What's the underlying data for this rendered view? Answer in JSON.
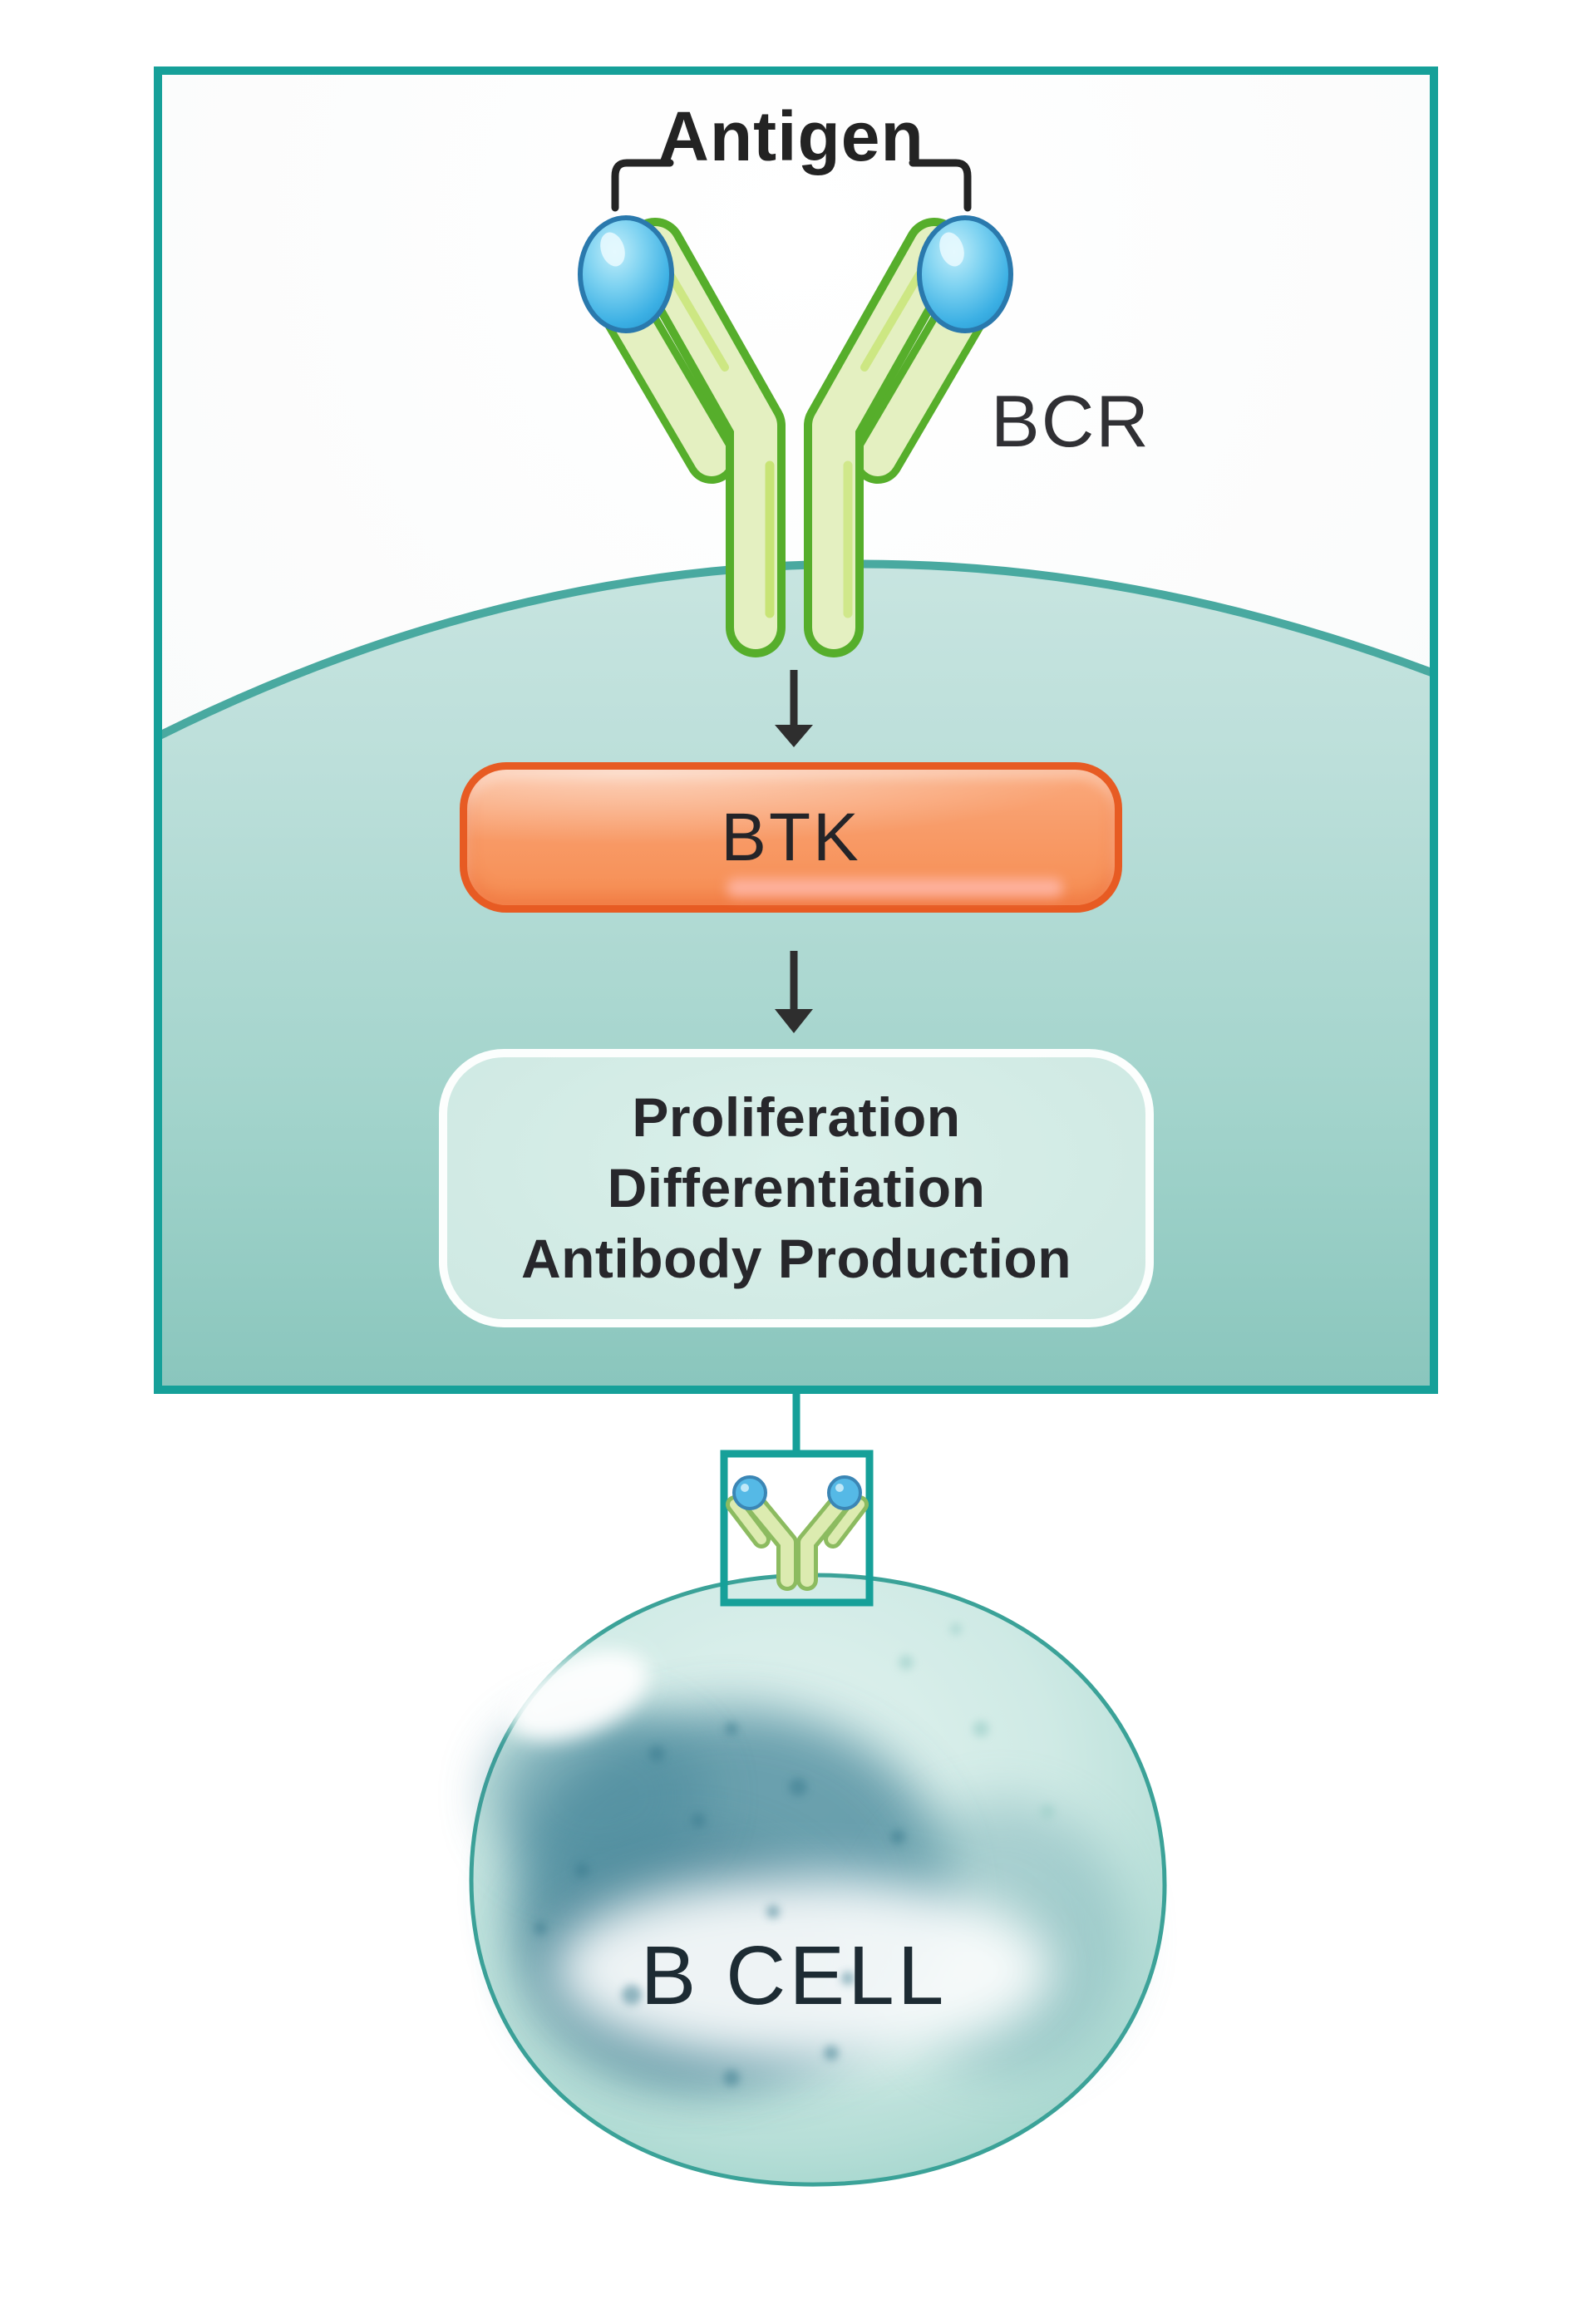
{
  "diagram": {
    "antigen_label": "Antigen",
    "bcr_label": "BCR",
    "btk_label": "BTK",
    "outcome_box": {
      "lines": [
        "Proliferation",
        "Differentiation",
        "Antibody Production"
      ]
    },
    "b_cell_label": "B CELL",
    "icons": {
      "antibody": "bcr-antibody-icon",
      "antigen_ball": "antigen-ball-icon",
      "antigen_bracket": "antigen-bracket",
      "arrow_down": "arrow-down-icon",
      "membrane": "cell-membrane",
      "b_cell": "b-cell-graphic",
      "zoom_frame": "zoom-callout-frame",
      "connector": "callout-connector-line"
    },
    "colors": {
      "frame_teal": "#16a099",
      "membrane_edge": "#49a9a0",
      "membrane_fill_top": "#cfe8e4",
      "membrane_fill_bottom": "#8ac6bd",
      "btk_border_orange": "#e75b23",
      "btk_fill_orange": "#f89b68",
      "outcome_fill": "#cfe9e3",
      "antibody_green_outline": "#56ae2b",
      "antibody_green_fill": "#e4f0c1",
      "antigen_blue": "#3cb0e4",
      "arrow_black": "#2e2e2e",
      "cell_fill": "#cfeae5",
      "nucleus_teal": "#4e8c9e",
      "text_dark": "#232323"
    }
  }
}
